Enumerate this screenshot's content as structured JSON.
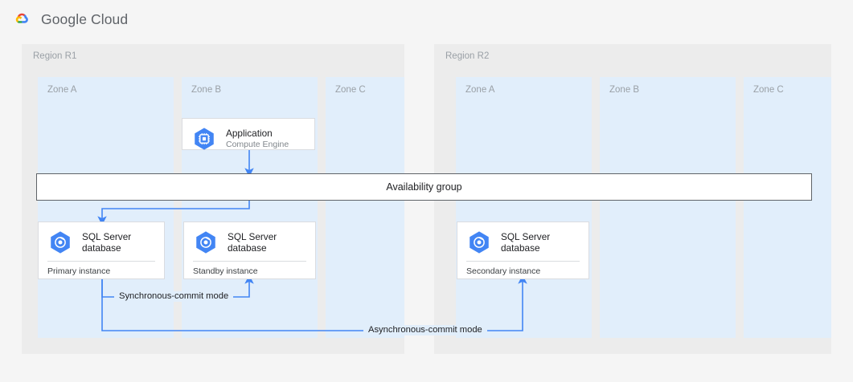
{
  "header": {
    "logo_icon": "google-cloud-logo-icon",
    "brand_primary": "Google",
    "brand_secondary": "Cloud",
    "logo_colors": {
      "red": "#ea4335",
      "yellow": "#fbbc04",
      "green": "#34a853",
      "blue": "#4285f4"
    }
  },
  "colors": {
    "page_background": "#f5f5f5",
    "region_background": "#ececec",
    "zone_background": "#e1eefb",
    "card_background": "#ffffff",
    "card_border": "#dadce0",
    "connector_blue": "#4285f4",
    "availability_border": "#5f6368",
    "label_gray": "#9aa0a6",
    "icon_hex_blue": "#4285f4"
  },
  "regions": [
    {
      "name": "region-r1",
      "label": "Region R1",
      "zones": [
        {
          "name": "zone-a",
          "label": "Zone A"
        },
        {
          "name": "zone-b",
          "label": "Zone B"
        },
        {
          "name": "zone-c",
          "label": "Zone C"
        }
      ]
    },
    {
      "name": "region-r2",
      "label": "Region R2",
      "zones": [
        {
          "name": "zone-a",
          "label": "Zone A"
        },
        {
          "name": "zone-b",
          "label": "Zone B"
        },
        {
          "name": "zone-c",
          "label": "Zone C"
        }
      ]
    }
  ],
  "availability_group": {
    "label": "Availability group"
  },
  "nodes": {
    "application": {
      "icon": "compute-engine-icon",
      "title": "Application",
      "subtitle": "Compute Engine"
    },
    "primary_db": {
      "icon": "sql-server-database-icon",
      "title": "SQL Server\ndatabase",
      "footer": "Primary instance"
    },
    "standby_db": {
      "icon": "sql-server-database-icon",
      "title": "SQL Server\ndatabase",
      "footer": "Standby instance"
    },
    "secondary_db": {
      "icon": "sql-server-database-icon",
      "title": "SQL Server\ndatabase",
      "footer": "Secondary instance"
    }
  },
  "connector_labels": {
    "synchronous": "Synchronous-commit mode",
    "asynchronous": "Asynchronous-commit mode"
  }
}
